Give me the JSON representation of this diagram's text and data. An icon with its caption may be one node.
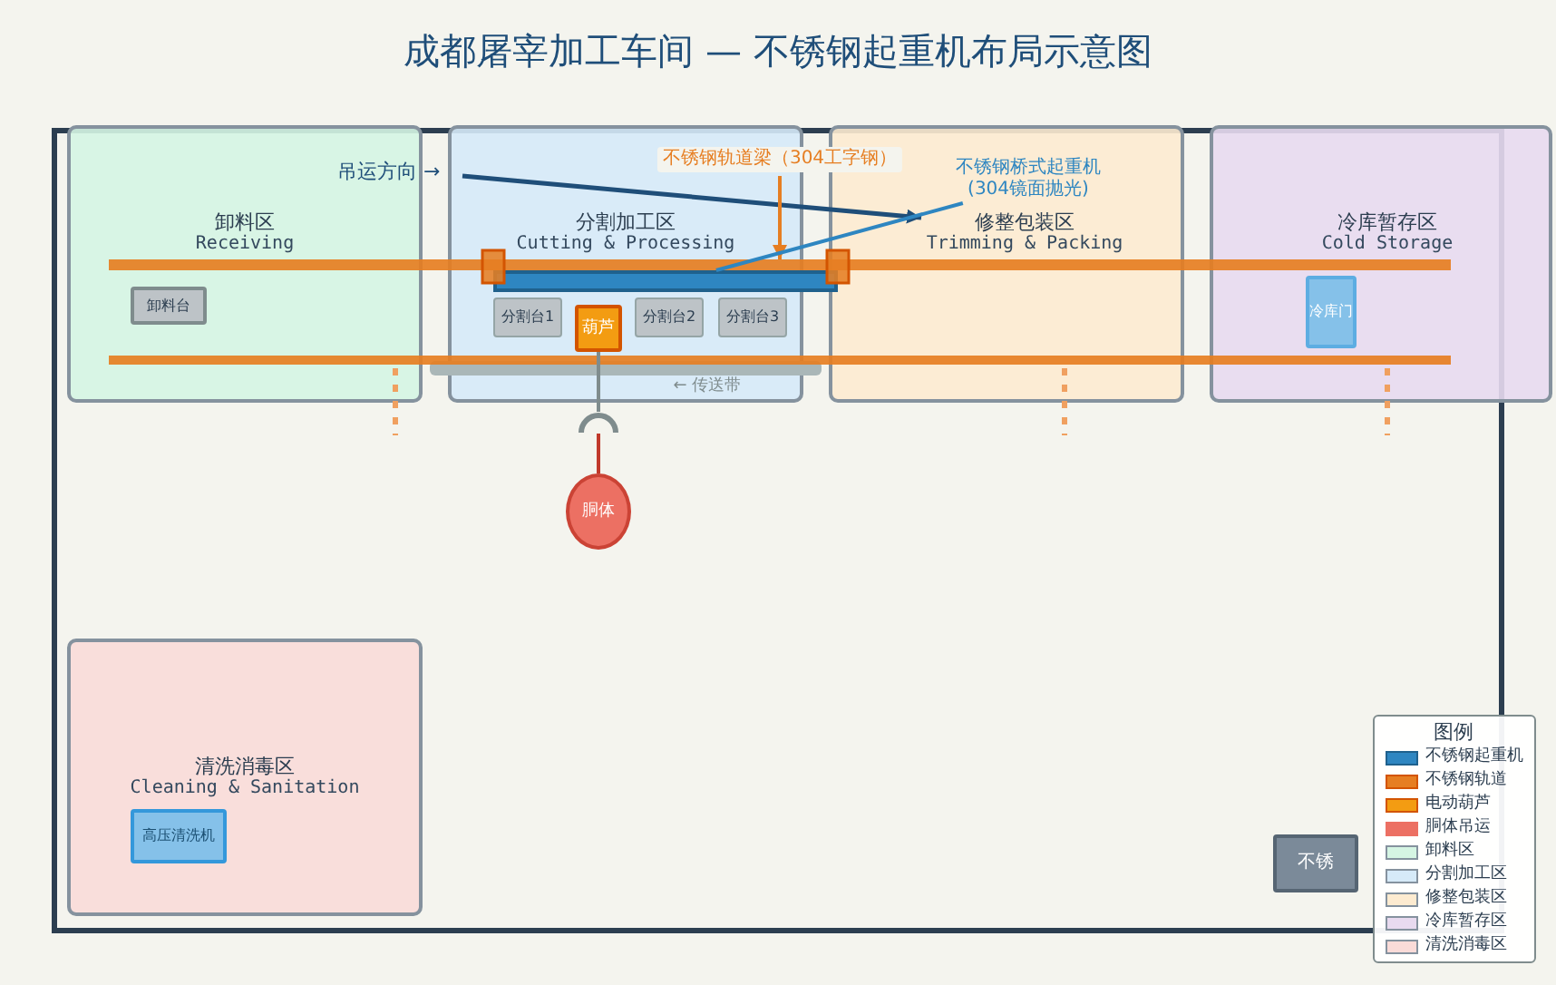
{
  "diagram": {
    "title": "成都屠宰加工车间 — 不锈钢起重机布局示意图",
    "nodes": [
      {
        "text": [
          "不锈钢轨道梁（304工字钢）"
        ]
      },
      {
        "text": [
          "卸料区",
          "Receiving"
        ]
      },
      {
        "text": [
          "卸料台"
        ],
        "in": 1
      },
      {
        "text": [
          "分割加工区",
          "Cutting & Processing"
        ]
      },
      {
        "text": [
          "分割台1"
        ],
        "in": 3
      },
      {
        "text": [
          "分割台2"
        ],
        "in": 3
      },
      {
        "text": [
          "分割台3"
        ],
        "in": 3
      },
      {
        "text": [
          "葫芦"
        ],
        "in": 3
      },
      {
        "text": [
          "修整包装区",
          "Trimming & Packing"
        ]
      },
      {
        "text": [
          "不锈钢桥式起重机(304镜面抛光)"
        ],
        "in": 8
      },
      {
        "text": [
          "冷库暂存区",
          "Cold Storage"
        ]
      },
      {
        "text": [
          "冷库门"
        ],
        "in": 10
      },
      {
        "text": [],
        "shape": "bar"
      },
      {
        "text": [],
        "shape": "bar"
      },
      {
        "text": [],
        "shape": "hook"
      },
      {
        "text": [
          "胴体"
        ]
      },
      {
        "text": [
          "清洗消毒区",
          "Cleaning & Sanitation"
        ]
      },
      {
        "text": [
          "高压清洗机"
        ],
        "in": 16
      },
      {
        "text": [
          "不锈"
        ]
      }
    ],
    "edges": [
      {
        "from": 0,
        "to": 12,
        "arrow": "to",
        "color": "#e67e22"
      },
      {
        "from": 9,
        "to": 13,
        "arrow": "none",
        "color": "#2e86c1"
      },
      {
        "from": 7,
        "to": 14,
        "arrow": "none",
        "color": "#7f8c8d"
      },
      {
        "from": 14,
        "to": 15,
        "arrow": "none",
        "color": "#c0392b"
      }
    ],
    "labels": [
      "吊运方向 →",
      "← 传送带",
      "图例"
    ],
    "legend": [
      {
        "text": "不锈钢起重机",
        "color": "#2e86c1"
      },
      {
        "text": "不锈钢轨道",
        "color": "#e67e22"
      },
      {
        "text": "电动葫芦",
        "color": "#f39c12"
      },
      {
        "text": "胴体吊运",
        "color": "#ec7063"
      },
      {
        "text": "卸料区",
        "color": "#d5f5e3"
      },
      {
        "text": "分割加工区",
        "color": "#d6eaf8"
      },
      {
        "text": "修整包装区",
        "color": "#fdebd0"
      },
      {
        "text": "冷库暂存区",
        "color": "#e8daef"
      },
      {
        "text": "清洗消毒区",
        "color": "#fadbd8"
      }
    ]
  }
}
